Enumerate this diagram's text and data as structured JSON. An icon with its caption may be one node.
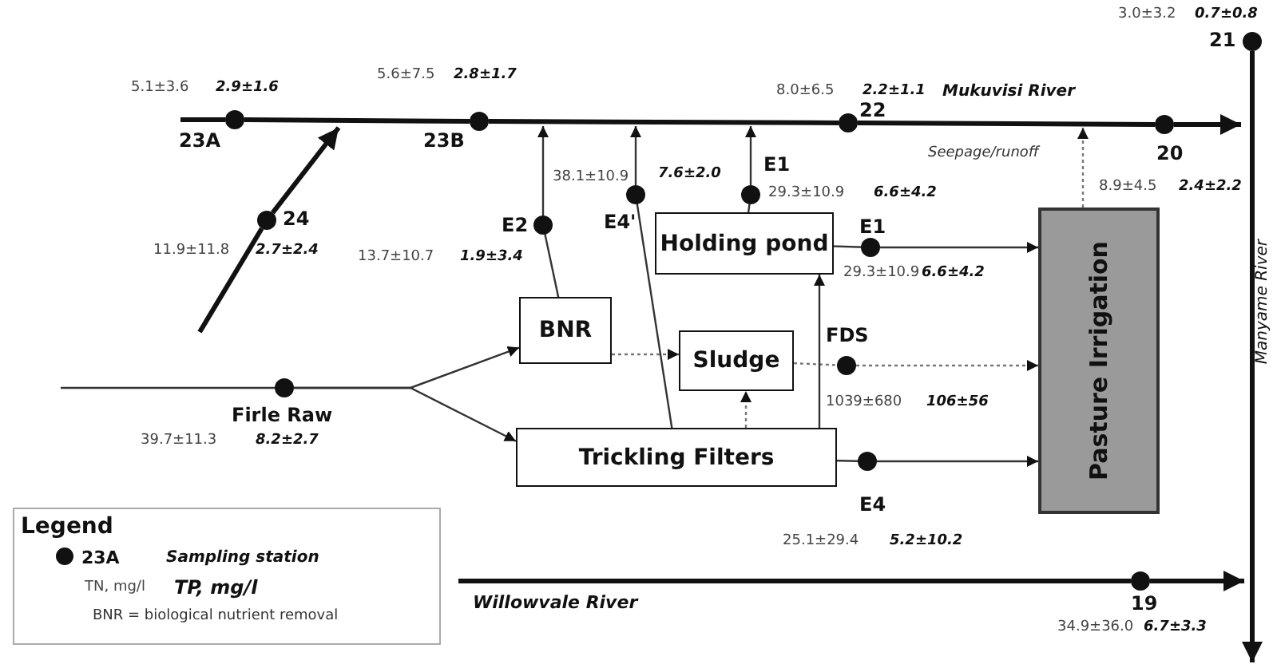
{
  "diagram": {
    "nodes": [
      {
        "text": [
          "21"
        ],
        "beside": [
          "3.0±3.2",
          "0.7±0.8"
        ]
      },
      {
        "text": [
          "23A"
        ],
        "beside": [
          "5.1±3.6",
          "2.9±1.6"
        ]
      },
      {
        "text": [
          "23B"
        ],
        "beside": [
          "5.6±7.5",
          "2.8±1.7"
        ]
      },
      {
        "text": [
          "22"
        ],
        "beside": [
          "8.0±6.5",
          "2.2±1.1"
        ]
      },
      {
        "text": [
          "20"
        ],
        "beside": [
          "8.9±4.5",
          "2.4±2.2"
        ]
      },
      {
        "text": [
          "24"
        ],
        "beside": [
          "11.9±11.8",
          "2.7±2.4"
        ]
      },
      {
        "text": [
          "E4'"
        ],
        "beside": [
          "38.1±10.9",
          "7.6±2.0"
        ]
      },
      {
        "text": [
          "E1"
        ],
        "beside": [
          "29.3±10.9",
          "6.6±4.2"
        ]
      },
      {
        "text": [
          "Holding pond"
        ]
      },
      {
        "text": [
          "E2"
        ],
        "beside": [
          "13.7±10.7",
          "1.9±3.4"
        ]
      },
      {
        "text": [
          "E1"
        ],
        "beside": [
          "29.3±10.9",
          "6.6±4.2"
        ]
      },
      {
        "text": [
          "BNR"
        ]
      },
      {
        "text": [
          "Pasture Irrigation"
        ]
      },
      {
        "text": [
          "Sludge"
        ]
      },
      {
        "text": [
          "FDS"
        ],
        "beside": [
          "1039±680",
          "106±56"
        ]
      },
      {
        "text": [
          "Firle Raw"
        ],
        "beside": [
          "39.7±11.3",
          "8.2±2.7"
        ]
      },
      {
        "text": [
          "Trickling Filters"
        ]
      },
      {
        "text": [
          "E4"
        ],
        "beside": [
          "25.1±29.4",
          "5.2±10.2"
        ]
      },
      {
        "text": [
          "19"
        ],
        "beside": [
          "34.9±36.0",
          "6.7±3.3"
        ]
      }
    ],
    "edges": [
      {
        "from": null,
        "to": 1,
        "arrow": "none",
        "style": "thick"
      },
      {
        "from": 1,
        "to": 2,
        "arrow": "none",
        "style": "thick"
      },
      {
        "from": 2,
        "to": 3,
        "arrow": "none",
        "style": "thick"
      },
      {
        "from": 3,
        "to": 4,
        "arrow": "none",
        "style": "thick"
      },
      {
        "from": 4,
        "to": null,
        "arrow": "to",
        "style": "thick"
      },
      {
        "from": 0,
        "to": null,
        "arrow": "to",
        "style": "thick"
      },
      {
        "from": null,
        "to": 18,
        "arrow": "none",
        "style": "thick"
      },
      {
        "from": 18,
        "to": null,
        "arrow": "to",
        "style": "thick"
      },
      {
        "from": null,
        "to": 5,
        "arrow": "none",
        "style": "thick"
      },
      {
        "from": 5,
        "to": null,
        "arrow": "to",
        "style": "thick"
      },
      {
        "from": 11,
        "to": 9,
        "arrow": "none"
      },
      {
        "from": 9,
        "to": null,
        "arrow": "to"
      },
      {
        "from": 16,
        "to": 6,
        "arrow": "none"
      },
      {
        "from": 6,
        "to": null,
        "arrow": "to"
      },
      {
        "from": 8,
        "to": 7,
        "arrow": "none"
      },
      {
        "from": 7,
        "to": null,
        "arrow": "to"
      },
      {
        "from": 8,
        "to": 10,
        "arrow": "none"
      },
      {
        "from": 10,
        "to": 12,
        "arrow": "to"
      },
      {
        "from": 13,
        "to": 14,
        "arrow": "none",
        "style": "dashed"
      },
      {
        "from": 14,
        "to": 12,
        "arrow": "to",
        "style": "dashed"
      },
      {
        "from": 16,
        "to": 17,
        "arrow": "none"
      },
      {
        "from": 17,
        "to": 12,
        "arrow": "to"
      },
      {
        "from": null,
        "to": 15,
        "arrow": "none"
      },
      {
        "from": 15,
        "to": 11,
        "arrow": "to"
      },
      {
        "from": 15,
        "to": 16,
        "arrow": "to"
      },
      {
        "from": 11,
        "to": 13,
        "arrow": "to",
        "style": "dashed"
      },
      {
        "from": 16,
        "to": 13,
        "arrow": "to",
        "style": "dashed"
      },
      {
        "from": 16,
        "to": 8,
        "arrow": "to"
      },
      {
        "from": 12,
        "to": null,
        "arrow": "to",
        "style": "dashed",
        "label": "Seepage/runoff"
      }
    ],
    "labels": [
      "Mukuvisi River",
      "Manyame River",
      "Willowvale River",
      "Legend",
      "23A"
    ],
    "legend": [
      {
        "text": "Sampling station"
      },
      {
        "text": "TN, mg/l"
      },
      {
        "text": "TP, mg/l"
      },
      {
        "text": "BNR = biological nutrient removal"
      }
    ]
  }
}
